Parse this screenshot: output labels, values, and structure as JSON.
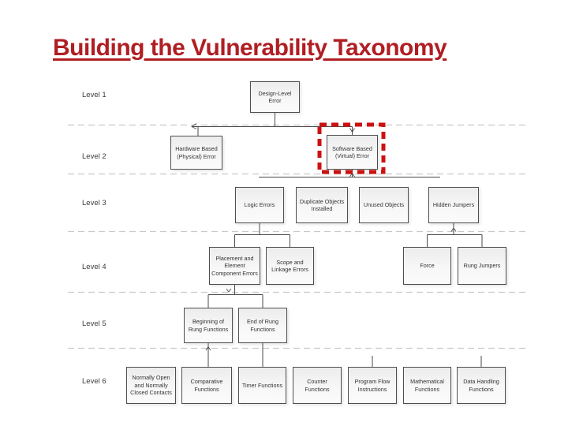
{
  "title": "Building the Vulnerability Taxonomy",
  "colors": {
    "title": "#b01e23",
    "highlight_border": "#cb1111",
    "box_border": "#4f4f4f",
    "box_fill": "#f2f2f2",
    "divider": "#c9c9c9",
    "connector": "#4a4a4a"
  },
  "diagram": {
    "type": "taxonomy-tree",
    "level_labels": [
      "Level 1",
      "Level 2",
      "Level 3",
      "Level 4",
      "Level 5",
      "Level 6"
    ],
    "nodes": {
      "design": {
        "label": "Design-Level Error",
        "level": 1
      },
      "hardware": {
        "label": "Hardware Based (Physical) Error",
        "level": 2
      },
      "software": {
        "label": "Software Based (Virtual) Error",
        "level": 2,
        "highlighted": true
      },
      "logic": {
        "label": "Logic Errors",
        "level": 3
      },
      "duplicate": {
        "label": "Duplicate Objects Installed",
        "level": 3
      },
      "unused": {
        "label": "Unused Objects",
        "level": 3
      },
      "hidden": {
        "label": "Hidden Jumpers",
        "level": 3
      },
      "placement": {
        "label": "Placement and Element Component Errors",
        "level": 4
      },
      "scope": {
        "label": "Scope and Linkage Errors",
        "level": 4
      },
      "force": {
        "label": "Force",
        "level": 4
      },
      "rung_jumpers": {
        "label": "Rung Jumpers",
        "level": 4
      },
      "beginning": {
        "label": "Beginning of Rung Functions",
        "level": 5
      },
      "end": {
        "label": "End of Rung Functions",
        "level": 5
      },
      "contacts": {
        "label": "Normally Open and Normally Closed Contacts",
        "level": 6
      },
      "comparative": {
        "label": "Comparative Functions",
        "level": 6
      },
      "timer": {
        "label": "Timer Functions",
        "level": 6
      },
      "counter": {
        "label": "Counter Functions",
        "level": 6
      },
      "program_flow": {
        "label": "Program Flow Instructions",
        "level": 6
      },
      "mathematical": {
        "label": "Mathematical Functions",
        "level": 6
      },
      "data_handling": {
        "label": "Data Handling Functions",
        "level": 6
      }
    },
    "edges": [
      "design->hardware",
      "design->software",
      "software->logic",
      "software->duplicate",
      "software->unused",
      "logic->placement",
      "logic->scope",
      "hidden->force",
      "hidden->rung_jumpers",
      "placement->beginning",
      "placement->end",
      "beginning->comparative",
      "end->timer"
    ]
  }
}
